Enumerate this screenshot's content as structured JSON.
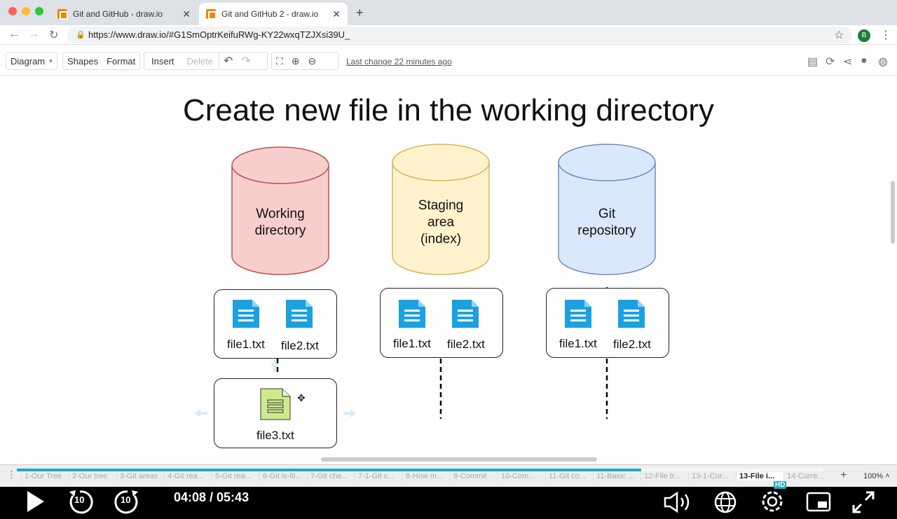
{
  "browser": {
    "tabs": [
      {
        "title": "Git and GitHub - draw.io",
        "active": false
      },
      {
        "title": "Git and GitHub 2 - draw.io",
        "active": true
      }
    ],
    "url": "https://www.draw.io/#G1SmOptrKeifuRWg-KY22wxqTZJXsi39U_",
    "profile_initial": "B"
  },
  "toolbar": {
    "diagram_label": "Diagram",
    "shapes_label": "Shapes",
    "format_label": "Format",
    "insert_label": "Insert",
    "delete_label": "Delete",
    "last_change": "Last change 22 minutes ago"
  },
  "diagram": {
    "title": "Create new file in the working directory",
    "areas": [
      {
        "label": "Working\ndirectory",
        "color": "#f8cecc",
        "stroke": "#b85450",
        "files": [
          "file1.txt",
          "file2.txt"
        ]
      },
      {
        "label": "Staging\narea\n(index)",
        "color": "#fff2cc",
        "stroke": "#d6b656",
        "files": [
          "file1.txt",
          "file2.txt"
        ]
      },
      {
        "label": "Git\nrepository",
        "color": "#dae8fc",
        "stroke": "#6c8ebf",
        "files": [
          "file1.txt",
          "file2.txt"
        ]
      }
    ],
    "new_file": "file3.txt",
    "doc_icon_color": "#1ba1e2",
    "new_doc_icon_color": "#cdeb8b"
  },
  "pages": [
    "1-Our Tree",
    "2-Our tree",
    "3-Git areas",
    "4-Git rea...",
    "5-Git rea...",
    "6-Git ls-fil...",
    "7-Git che...",
    "7-1-Git c...",
    "8-How m...",
    "9-Commit",
    "10-Com...",
    "11-Git co...",
    "11-Basic ...",
    "12-File tr...",
    "13-1-Cur...",
    "13-File i...",
    "14-Curre..."
  ],
  "active_page_index": 15,
  "zoom": "100%",
  "video": {
    "time": "04:08 / 05:43",
    "progress": 0.775,
    "skip_seconds": "10",
    "hd_badge": "HD"
  }
}
